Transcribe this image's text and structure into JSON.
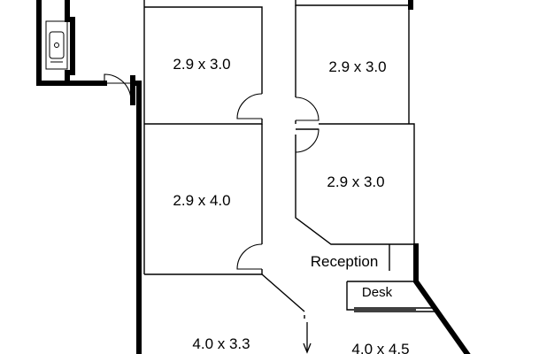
{
  "floorplan": {
    "rooms": [
      {
        "id": "room-top-left",
        "label": "2.9 x 3.0"
      },
      {
        "id": "room-mid-left",
        "label": "2.9 x 4.0"
      },
      {
        "id": "room-bottom-left",
        "label": "4.0 x 3.3"
      },
      {
        "id": "room-top-right",
        "label": "2.9 x 3.0"
      },
      {
        "id": "room-mid-right",
        "label": "2.9 x 3.0"
      },
      {
        "id": "room-bottom-right",
        "label": "4.0 x 4.5"
      }
    ],
    "areas": {
      "reception": "Reception",
      "desk": "Desk"
    }
  }
}
